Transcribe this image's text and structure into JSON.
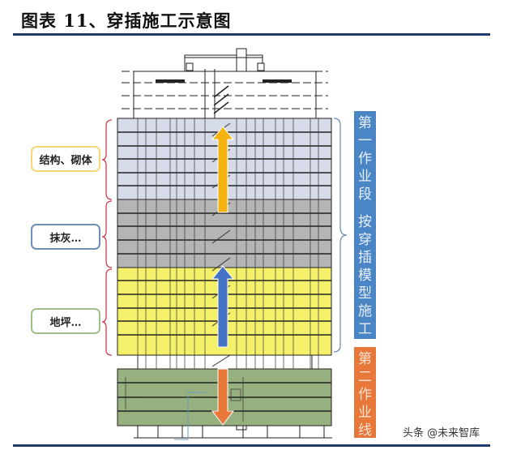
{
  "header": {
    "title": "图表 11、穿插施工示意图"
  },
  "diagram": {
    "left_labels": [
      {
        "text": "结构、砌体",
        "border_color": "#f1d777"
      },
      {
        "text": "抹灰…",
        "border_color": "#6f8fb8"
      },
      {
        "text": "地坪…",
        "border_color": "#9fbf8a"
      }
    ],
    "bands": [
      {
        "name": "structure-masonry",
        "floors": 6,
        "color": "#d5dbe9"
      },
      {
        "name": "plastering",
        "floors": 5,
        "color": "#b5b5b5"
      },
      {
        "name": "floor-leveling",
        "floors": 6,
        "color": "#f4f069"
      },
      {
        "name": "basement",
        "floors": 3,
        "color": "#97b07f"
      }
    ],
    "arrows": [
      {
        "name": "structure-up",
        "color": "#f5b30f",
        "direction": "up"
      },
      {
        "name": "finishing-up",
        "color": "#4472c4",
        "direction": "up"
      },
      {
        "name": "basement-down",
        "color": "#e8773a",
        "direction": "down"
      }
    ],
    "right_bars": [
      {
        "lines": [
          "第",
          "一",
          "作",
          "业",
          "段",
          "",
          "按",
          "穿",
          "插",
          "模",
          "型",
          "施",
          "工"
        ],
        "color": "#4a86c6"
      },
      {
        "lines": [
          "第",
          "二",
          "作",
          "业",
          "线"
        ],
        "color": "#e8773a"
      }
    ]
  },
  "footer": {
    "watermark": "头条 @未来智库"
  }
}
